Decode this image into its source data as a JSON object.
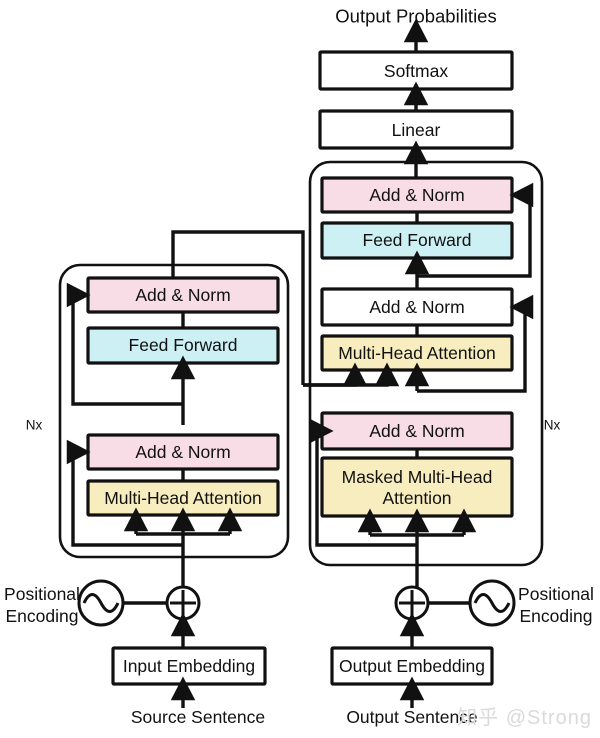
{
  "diagram": {
    "title_top": "Output Probabilities",
    "colors": {
      "add_norm_pink": "#f8dce6",
      "feed_forward_cyan": "#cdf0f5",
      "attention_yellow": "#f8edbf",
      "plain_white": "#ffffff",
      "stroke": "#111111",
      "watermark": "#dadada"
    },
    "head": {
      "softmax": "Softmax",
      "linear": "Linear"
    },
    "encoder": {
      "repeat_label": "Nx",
      "blocks": [
        {
          "label": "Add & Norm",
          "fill": "#f8dce6"
        },
        {
          "label": "Feed Forward",
          "fill": "#cdf0f5"
        },
        {
          "label": "Add & Norm",
          "fill": "#f8dce6"
        },
        {
          "label": "Multi-Head Attention",
          "fill": "#f8edbf"
        }
      ],
      "embedding": "Input Embedding",
      "source": "Source Sentence",
      "positional_line1": "Positional",
      "positional_line2": "Encoding"
    },
    "decoder": {
      "repeat_label": "Nx",
      "blocks": [
        {
          "label": "Add & Norm",
          "fill": "#f8dce6"
        },
        {
          "label": "Feed Forward",
          "fill": "#cdf0f5"
        },
        {
          "label": "Add & Norm",
          "fill": "#ffffff"
        },
        {
          "label": "Multi-Head Attention",
          "fill": "#f8edbf"
        },
        {
          "label": "Add & Norm",
          "fill": "#f8dce6"
        },
        {
          "label": "Masked Multi-Head",
          "label2": "Attention",
          "fill": "#f8edbf"
        }
      ],
      "embedding": "Output Embedding",
      "source": "Output Sentence",
      "positional_line1": "Positional",
      "positional_line2": "Encoding"
    },
    "watermark": "知乎 @Strong"
  }
}
